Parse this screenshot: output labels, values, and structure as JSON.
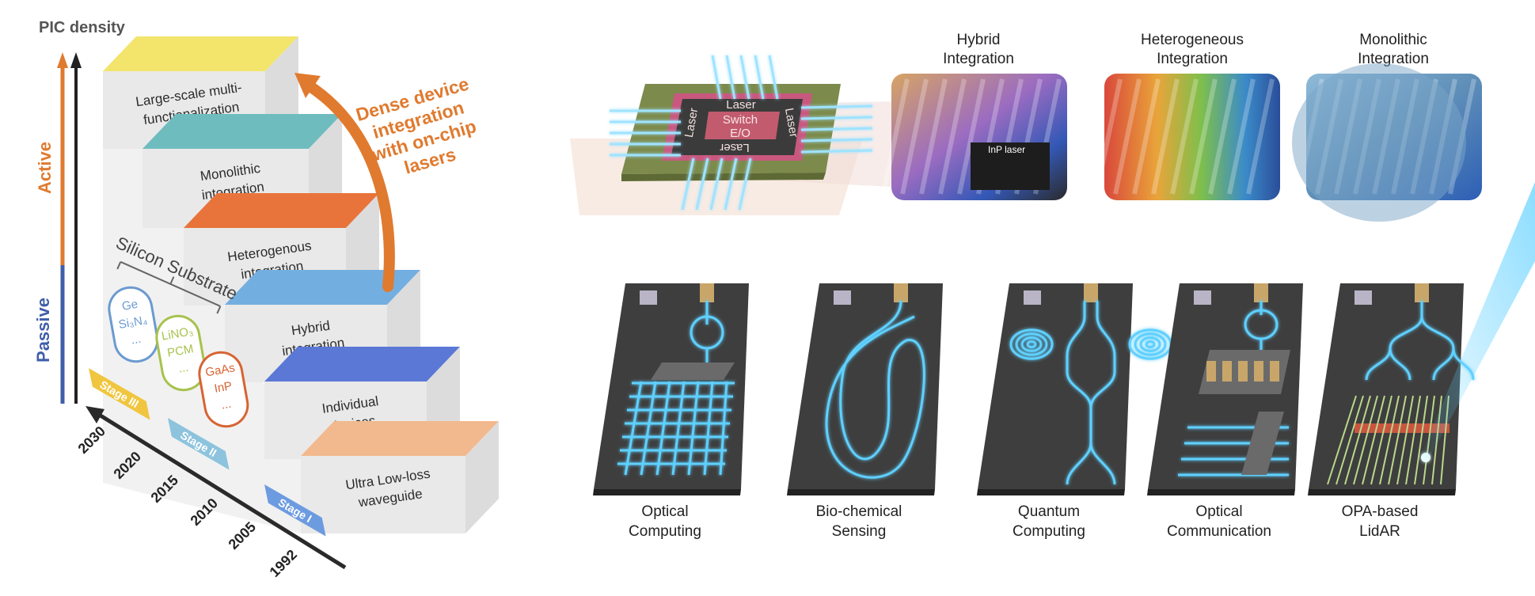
{
  "left": {
    "axis_label": "PIC density",
    "phase_active": "Active",
    "phase_passive": "Passive",
    "arrow_caption": [
      "Dense device",
      "integration",
      "with on-chip",
      "lasers"
    ],
    "substrate_label": "Silicon Substrate",
    "steps": [
      {
        "lines": [
          "Large-scale multi-",
          "functionalization"
        ],
        "color": "#f3e46c"
      },
      {
        "lines": [
          "Monolithic",
          "integration"
        ],
        "color": "#6fbcbf"
      },
      {
        "lines": [
          "Heterogenous",
          "integration"
        ],
        "color": "#e8743b"
      },
      {
        "lines": [
          "Hybrid",
          "integration"
        ],
        "color": "#73aee0"
      },
      {
        "lines": [
          "Individual",
          "devices"
        ],
        "color": "#5b78d6"
      },
      {
        "lines": [
          "Ultra Low-loss",
          "waveguide"
        ],
        "color": "#f2b98e"
      }
    ],
    "materials": [
      {
        "lines": [
          "Ge",
          "Si₃N₄",
          "..."
        ],
        "color": "#6b9ad0"
      },
      {
        "lines": [
          "LiNO₃",
          "PCM",
          "..."
        ],
        "color": "#a7c24d"
      },
      {
        "lines": [
          "GaAs",
          "InP",
          "..."
        ],
        "color": "#d76433"
      }
    ],
    "stages": [
      {
        "label": "Stage III",
        "color": "#f0c640"
      },
      {
        "label": "Stage II",
        "color": "#8dc3dd"
      },
      {
        "label": "Stage I",
        "color": "#6d9be0"
      }
    ],
    "years": [
      "2030",
      "2020",
      "2015",
      "2010",
      "2005",
      "1992"
    ]
  },
  "chip": {
    "labels": [
      "Laser",
      "Laser",
      "Laser",
      "Laser"
    ],
    "center": [
      "Switch",
      "E/O"
    ]
  },
  "integration": [
    {
      "title": [
        "Hybrid",
        "Integration"
      ],
      "inset": "InP laser"
    },
    {
      "title": [
        "Heterogeneous",
        "Integration"
      ],
      "inset": ""
    },
    {
      "title": [
        "Monolithic",
        "Integration"
      ],
      "inset": ""
    }
  ],
  "applications": [
    {
      "title": [
        "Optical",
        "Computing"
      ],
      "kind": "mesh"
    },
    {
      "title": [
        "Bio-chemical",
        "Sensing"
      ],
      "kind": "spiral"
    },
    {
      "title": [
        "Quantum",
        "Computing"
      ],
      "kind": "quantum"
    },
    {
      "title": [
        "Optical",
        "Communication"
      ],
      "kind": "comm"
    },
    {
      "title": [
        "OPA-based",
        "LidAR"
      ],
      "kind": "opa"
    }
  ],
  "colors": {
    "active_arrow": "#e07a2e",
    "passive_arrow": "#3f5ea8",
    "glow": "#5fd0ff",
    "chip_dark": "#3a3a3a"
  }
}
